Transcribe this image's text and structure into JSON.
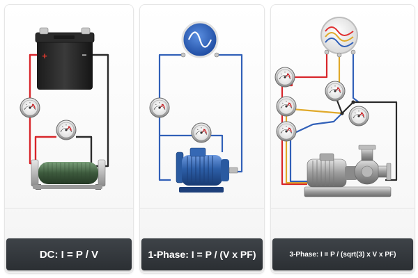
{
  "panels": [
    {
      "id": "dc",
      "formula": "DC: I = P / V",
      "battery_plus": "+",
      "battery_minus": "−"
    },
    {
      "id": "single_phase",
      "formula": "1-Phase: I = P / (V x PF)"
    },
    {
      "id": "three_phase",
      "formula": "3-Phase: I = P / (sqrt(3) x V x PF)"
    }
  ],
  "colors": {
    "wire_red": "#d8262b",
    "wire_black": "#2a2a2a",
    "wire_blue": "#3160b8",
    "wire_yellow": "#e0a92a",
    "motor_blue": "#2d5fa8",
    "label_bar": "#33383d"
  },
  "icons": [
    "battery-icon",
    "resistor-icon",
    "ammeter-icon",
    "ac-source-icon",
    "ac-motor-icon",
    "three-phase-source-icon",
    "pump-icon"
  ]
}
